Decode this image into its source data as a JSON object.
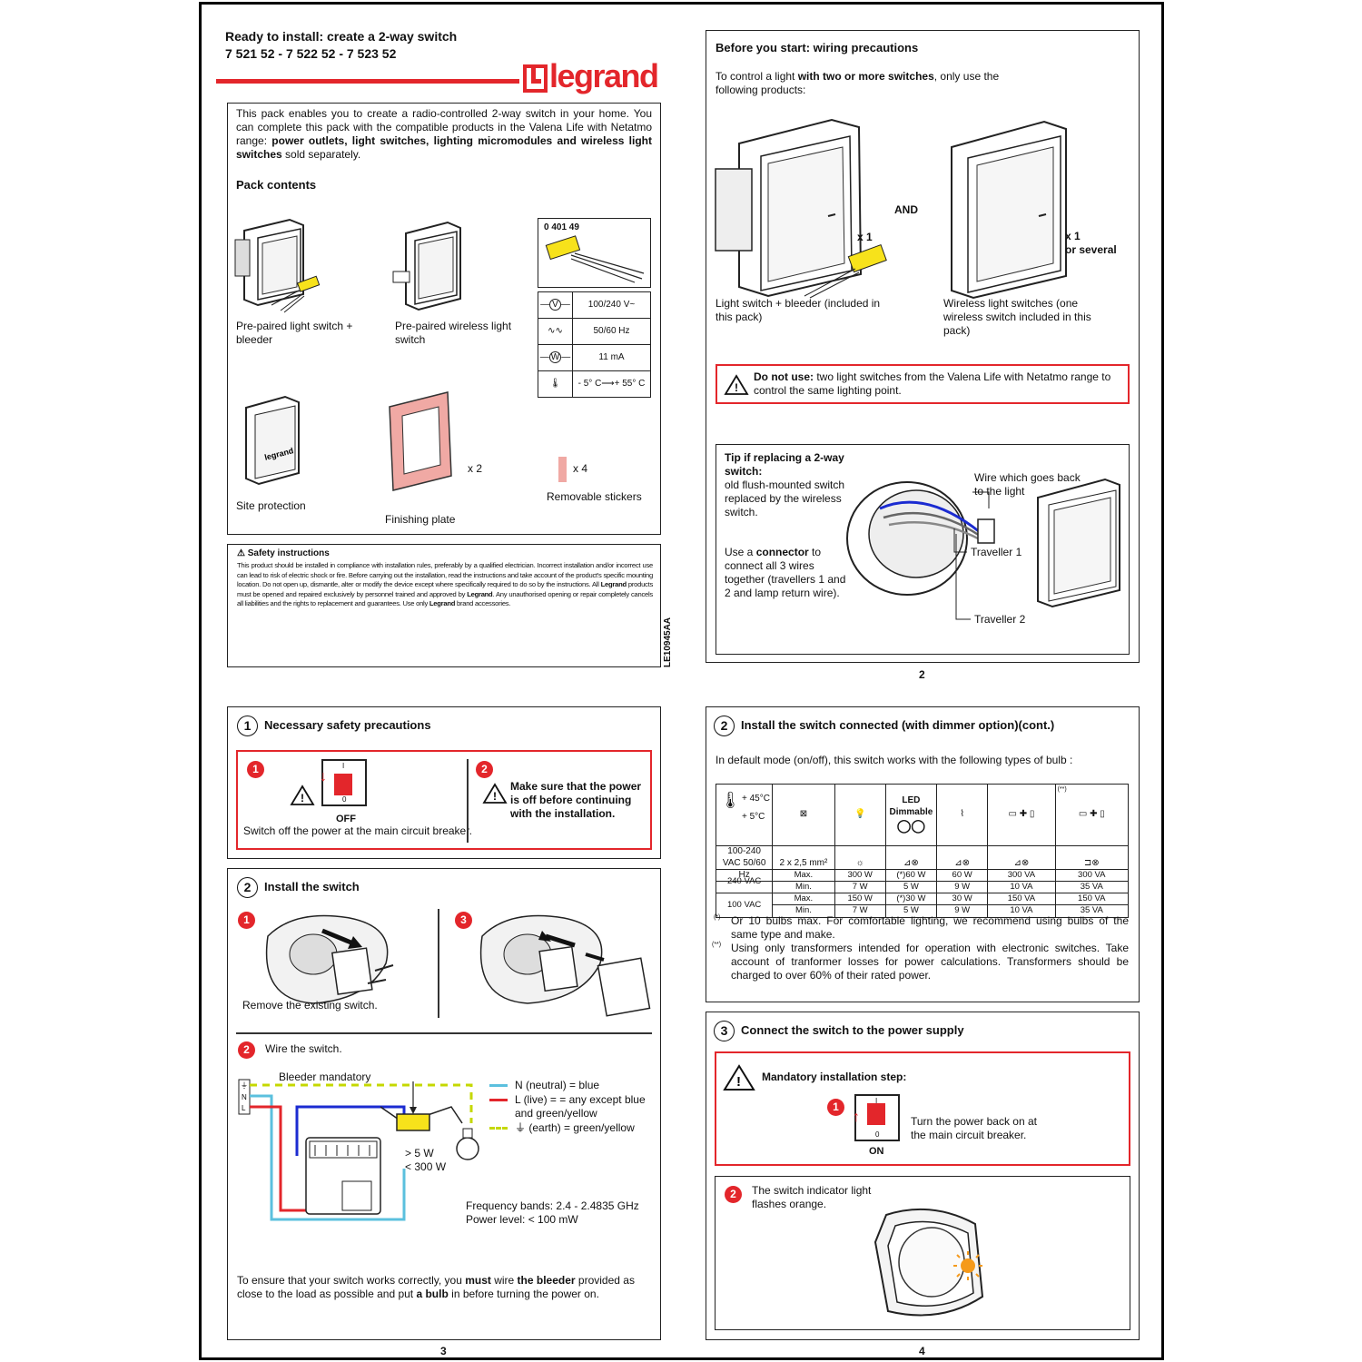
{
  "p1": {
    "title": "Ready to install: create a 2-way switch",
    "refs": "7 521 52 - 7 522 52 - 7 523 52",
    "brand": "legrand",
    "intro_a": "This pack enables you to create a radio-controlled 2-way switch in your home. You can complete this pack with the compatible products in the Valena Life with Netatmo range: ",
    "intro_b": "power outlets, light switches, lighting micromodules and wireless light switches",
    "intro_c": " sold separately.",
    "pack_title": "Pack contents",
    "item1": "Pre-paired light switch + bleeder",
    "item2": "Pre-paired wireless light switch",
    "item3": "Site protection",
    "item4": "Finishing plate",
    "x2": "x 2",
    "x4": "x 4",
    "stickers": "Removable stickers",
    "spec_ref": "0 401 49",
    "specs": [
      "100/240 V~",
      "50/60 Hz",
      "11 mA",
      "- 5° C⟶+ 55° C"
    ],
    "spec_icons": [
      "V",
      "W"
    ],
    "safety_title": "Safety instructions",
    "safety_text_a": "This product should be installed in compliance with installation rules, preferably by a qualified electrician. Incorrect installation and/or incorrect use can lead to risk of electric shock or fire. Before carrying out the installation, read the instructions and take account of the product's specific mounting location. Do not open up, dismantle, alter or modify the device except where specifically required to do so by the instructions. All ",
    "safety_b1": "Legrand",
    "safety_text_b": " products must be opened and repaired exclusively by personnel trained and approved by ",
    "safety_b2": "Legrand",
    "safety_text_c": ". Any unauthorised opening or repair completely cancels all liabilities and the rights to replacement and guarantees. Use only ",
    "safety_b3": "Legrand",
    "safety_text_d": " brand accessories.",
    "doc_code": "LE10945AA"
  },
  "p2": {
    "title": "Before you start: wiring precautions",
    "intro_a": "To control a light ",
    "intro_b": "with two or more switches",
    "intro_c": ", only use the following products:",
    "x1": "x 1",
    "and": "AND",
    "x1b": "x 1",
    "several": "or several",
    "cap1": "Light switch + bleeder (included in this pack)",
    "cap2": "Wireless light switches (one wireless switch included in this pack)",
    "warn_b": "Do not use:",
    "warn_t": " two light switches from the Valena Life with Netatmo range to control the same lighting point.",
    "tip_b": "Tip if replacing a 2-way switch:",
    "tip_t": "old flush-mounted switch replaced by the wireless switch.",
    "conn_a": "Use a ",
    "conn_b": "connector",
    "conn_c": " to connect all 3 wires together (travellers 1 and 2 and lamp return wire).",
    "wire_label": "Wire which goes back to the light",
    "trav1": "Traveller 1",
    "trav2": "Traveller 2",
    "page": "2"
  },
  "p3": {
    "s1_num": "1",
    "s1_title": "Necessary safety precautions",
    "n1": "1",
    "n2": "2",
    "off": "OFF",
    "breaker_i": "I",
    "breaker_o": "0",
    "off_text": "Switch off the power at the main circuit breaker.",
    "power_text": "Make sure that the power is off before continuing with the installation.",
    "s2_num": "2",
    "s2_title": "Install the switch",
    "n3": "3",
    "remove": "Remove the existing switch.",
    "wire": "Wire the switch.",
    "bleeder": "Bleeder mandatory",
    "l_label": "L",
    "watt_a": "> 5 W",
    "watt_b": "< 300 W",
    "leg_n": "N (neutral) = blue",
    "leg_l": "L (live) = = any except blue and green/yellow",
    "leg_e": "(earth) = green/yellow",
    "freq": "Frequency bands: 2.4 - 2.4835 GHz",
    "power": "Power level: < 100 mW",
    "bottom_a": "To ensure that your switch works correctly, you ",
    "bottom_b": "must",
    "bottom_c": " wire ",
    "bottom_d": "the bleeder",
    "bottom_e": " provided as close to the load as possible and put ",
    "bottom_f": "a bulb",
    "bottom_g": " in before turning the power on.",
    "page": "3"
  },
  "p4": {
    "s2_num": "2",
    "s2_title": "Install the switch connected (with dimmer option)(cont.)",
    "intro": "In default mode (on/off), this switch works with the following types of bulb :",
    "temp_hi": "+ 45°C",
    "temp_lo": "+ 5°C",
    "supply": "100-240 VAC 50/60 Hz",
    "wire": "2 x 2,5 mm²",
    "led": "LED Dimmable",
    "star2": "(**)",
    "row240": "240 VAC",
    "row100": "100 VAC",
    "max": "Max.",
    "min": "Min.",
    "vals240max": [
      "300 W",
      "(*)60 W",
      "60 W",
      "300 VA",
      "300 VA"
    ],
    "vals240min": [
      "7 W",
      "5 W",
      "9 W",
      "10 VA",
      "35 VA"
    ],
    "vals100max": [
      "150 W",
      "(*)30 W",
      "30 W",
      "150 VA",
      "150 VA"
    ],
    "vals100min": [
      "7 W",
      "5 W",
      "9 W",
      "10 VA",
      "35 VA"
    ],
    "note1_m": "(*)",
    "note1": "Or 10 bulbs max. For comfortable lighting, we recommend using bulbs of the same type and make.",
    "note2_m": "(**)",
    "note2": "Using only transformers intended for operation with electronic switches. Take account of tranformer losses for power calculations. Transformers should be charged to over 60% of their rated power.",
    "s3_num": "3",
    "s3_title": "Connect the switch to the power supply",
    "mandatory": "Mandatory installation step:",
    "n1": "1",
    "n2": "2",
    "on": "ON",
    "turn_on": "Turn the power back on at the main circuit breaker.",
    "flash": "The switch indicator light flashes orange.",
    "page": "4"
  },
  "colors": {
    "accent": "#e3262b",
    "neutral": "#5bc0de",
    "live": "#e3262b",
    "earth": "#c5d800",
    "wire_blue": "#1b2bd1",
    "bleeder": "#f7e21b",
    "plate": "#f0a9a4"
  }
}
